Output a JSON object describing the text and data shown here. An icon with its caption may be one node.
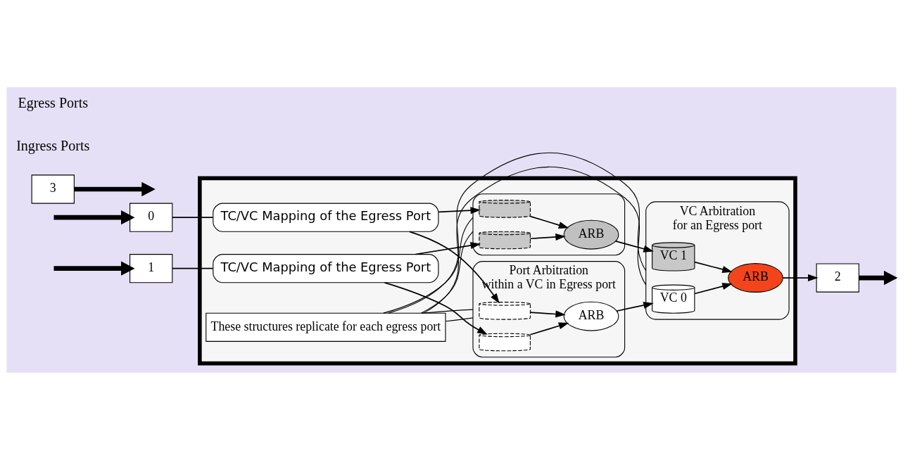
{
  "diagram": {
    "nodes": [
      {
        "text": [],
        "shape": "octagon"
      },
      {
        "text": [
          "0"
        ]
      },
      {
        "text": [
          "1"
        ]
      },
      {
        "text": [
          "2"
        ]
      },
      {
        "text": [
          "3"
        ]
      },
      {
        "text": [
          "TC/VC Mapping of the Egress Port"
        ],
        "in": 0
      },
      {
        "text": [
          "TC/VC Mapping of the Egress Port"
        ],
        "in": 0
      },
      {
        "text": [
          "Port Arbitration",
          "within a VC in Egress port"
        ],
        "in": 0
      },
      {
        "text": [],
        "shape": "cylinder",
        "in": 7
      },
      {
        "text": [],
        "shape": "cylinder",
        "in": 7
      },
      {
        "text": [
          "ARB"
        ],
        "in": 7
      },
      {
        "text": [],
        "shape": "ellipse",
        "in": 0
      },
      {
        "text": [],
        "shape": "cylinder",
        "in": 11
      },
      {
        "text": [],
        "shape": "cylinder",
        "in": 11
      },
      {
        "text": [
          "ARB"
        ],
        "in": 11
      },
      {
        "text": [
          "VC Arbitration",
          "for an Egress port"
        ],
        "in": 0
      },
      {
        "text": [
          "VC 0"
        ],
        "in": 15
      },
      {
        "text": [
          "VC 1"
        ],
        "in": 15
      },
      {
        "text": [
          "ARB"
        ],
        "in": 15
      },
      {
        "text": [
          "These structures replicate for each egress port"
        ],
        "in": 0
      }
    ],
    "edges": [
      {
        "from": null,
        "to": 1,
        "arrow": "to",
        "style": "thick"
      },
      {
        "from": null,
        "to": 2,
        "arrow": "to",
        "style": "thick"
      },
      {
        "from": 1,
        "to": 5,
        "arrow": "none"
      },
      {
        "from": 2,
        "to": 6,
        "arrow": "none"
      },
      {
        "from": 5,
        "to": 8,
        "arrow": "to"
      },
      {
        "from": 5,
        "to": 12,
        "arrow": "to"
      },
      {
        "from": 6,
        "to": 9,
        "arrow": "to"
      },
      {
        "from": 6,
        "to": 13,
        "arrow": "to"
      },
      {
        "from": 8,
        "to": 10,
        "arrow": "to"
      },
      {
        "from": 9,
        "to": 10,
        "arrow": "to"
      },
      {
        "from": 12,
        "to": 14,
        "arrow": "to"
      },
      {
        "from": 13,
        "to": 14,
        "arrow": "to"
      },
      {
        "from": 10,
        "to": 16,
        "arrow": "to"
      },
      {
        "from": 14,
        "to": 17,
        "arrow": "to"
      },
      {
        "from": 16,
        "to": 18,
        "arrow": "to"
      },
      {
        "from": 17,
        "to": 18,
        "arrow": "to"
      },
      {
        "from": 18,
        "to": 3,
        "arrow": "to"
      },
      {
        "from": 3,
        "to": null,
        "arrow": "to",
        "style": "thick"
      },
      {
        "from": 4,
        "to": null,
        "arrow": "to",
        "style": "thick"
      },
      {
        "from": 19,
        "to": 7,
        "arrow": "none"
      },
      {
        "from": 19,
        "to": 7,
        "arrow": "none"
      },
      {
        "from": 19,
        "to": 11,
        "arrow": "none"
      },
      {
        "from": 19,
        "to": 11,
        "arrow": "none"
      },
      {
        "from": 19,
        "to": 15,
        "arrow": "none"
      },
      {
        "from": 19,
        "to": 15,
        "arrow": "none"
      }
    ],
    "labels": [
      "Ingress Ports",
      "Egress Ports"
    ]
  }
}
